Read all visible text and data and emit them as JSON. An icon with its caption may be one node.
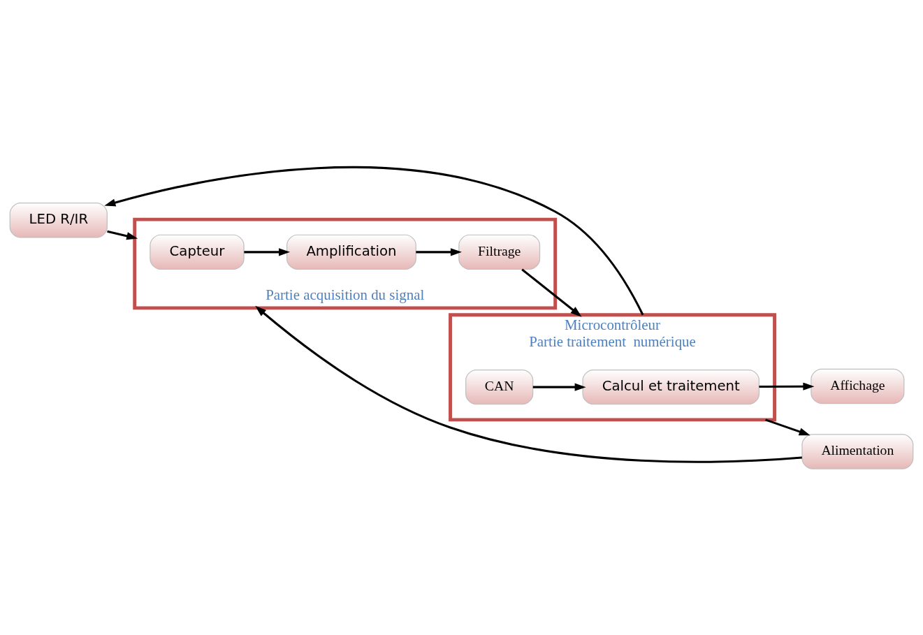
{
  "diagram": {
    "nodes": [
      {
        "text": [
          "LED R/IR"
        ]
      },
      {
        "text": [
          "Partie acquisition du signal"
        ]
      },
      {
        "text": [
          "Capteur"
        ],
        "in": 1
      },
      {
        "text": [
          "Amplification"
        ],
        "in": 1
      },
      {
        "text": [
          "Filtrage"
        ],
        "in": 1
      },
      {
        "text": [
          "Microcontrôleur",
          "Partie traitement  numérique"
        ]
      },
      {
        "text": [
          "Affichage"
        ]
      },
      {
        "text": [
          "Calcul et traitement"
        ],
        "in": 5
      },
      {
        "text": [
          "CAN"
        ],
        "in": 5
      },
      {
        "text": [
          "Alimentation"
        ]
      }
    ],
    "edges": [
      {
        "from": 0,
        "to": 1,
        "arrow": "to"
      },
      {
        "from": 2,
        "to": 3,
        "arrow": "to"
      },
      {
        "from": 3,
        "to": 4,
        "arrow": "to"
      },
      {
        "from": 4,
        "to": 5,
        "arrow": "to"
      },
      {
        "from": 8,
        "to": 7,
        "arrow": "to"
      },
      {
        "from": 7,
        "to": 6,
        "arrow": "to"
      },
      {
        "from": 5,
        "to": 0,
        "arrow": "to"
      },
      {
        "from": 5,
        "to": 9,
        "arrow": "to"
      },
      {
        "from": 9,
        "to": 1,
        "arrow": "to"
      }
    ]
  }
}
